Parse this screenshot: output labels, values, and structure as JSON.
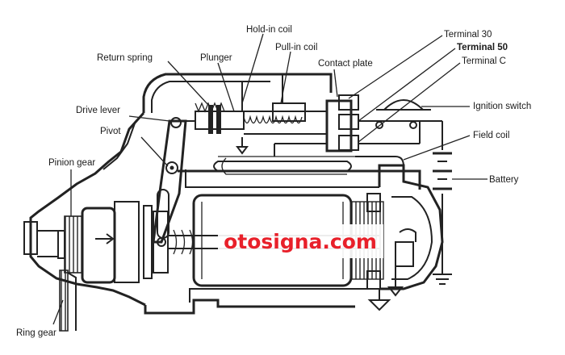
{
  "diagram": {
    "labels": {
      "hold_in_coil": "Hold-in coil",
      "return_spring": "Return spring",
      "plunger": "Plunger",
      "pull_in_coil": "Pull-in coil",
      "contact_plate": "Contact plate",
      "terminal_30": "Terminal 30",
      "terminal_50": "Terminal 50",
      "terminal_c": "Terminal C",
      "drive_lever": "Drive lever",
      "pivot": "Pivot",
      "ignition_switch": "Ignition switch",
      "field_coil": "Field coil",
      "pinion_gear": "Pinion gear",
      "battery": "Battery",
      "ring_gear": "Ring gear"
    },
    "watermark": "otosigna.com",
    "colors": {
      "line": "#222222",
      "watermark": "#e8202a",
      "background": "#ffffff"
    }
  }
}
